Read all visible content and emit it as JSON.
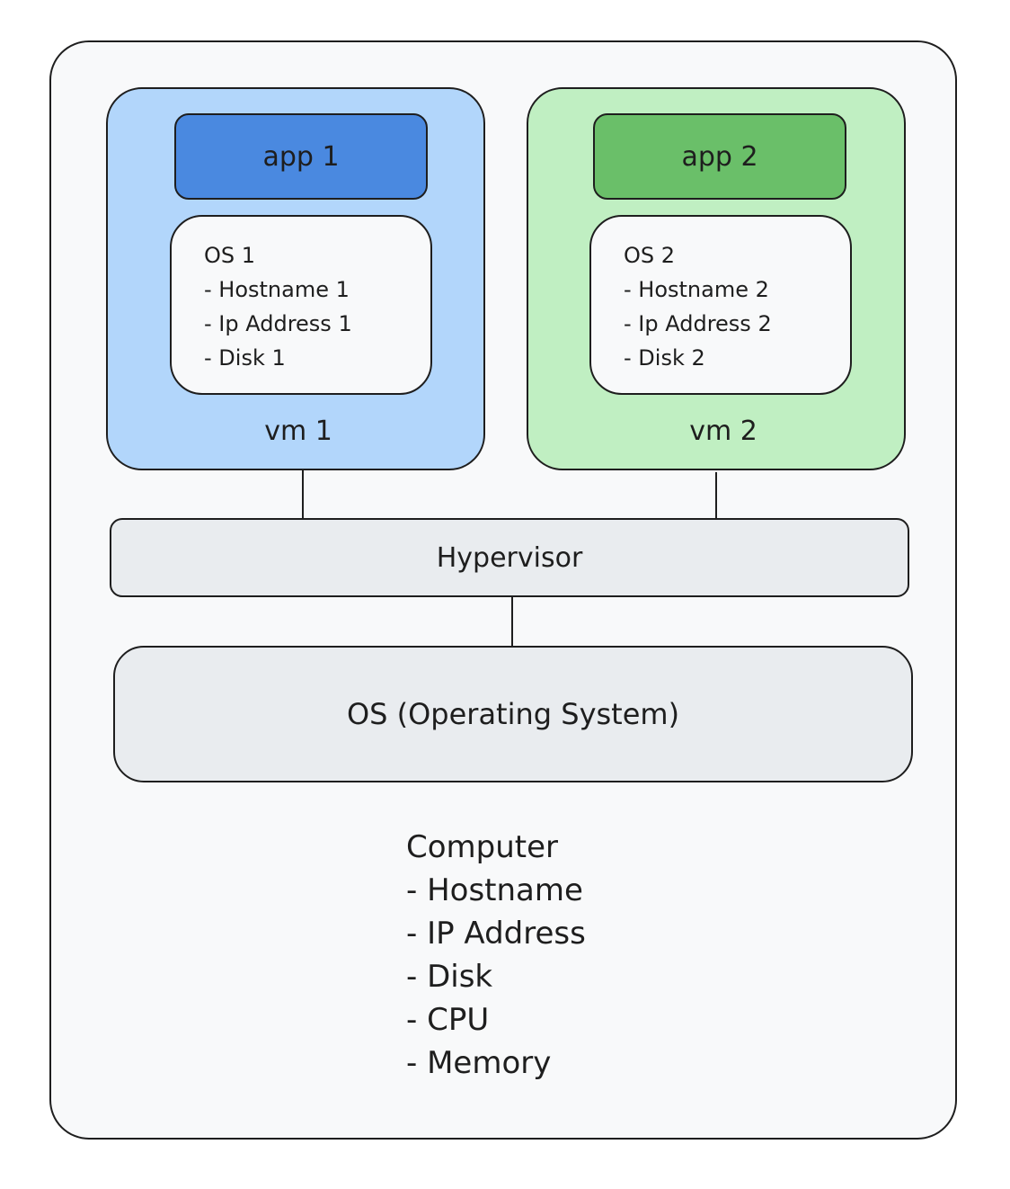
{
  "colors": {
    "computer_fill": "#f8f9fa",
    "vm1_fill": "#b2d6fb",
    "vm2_fill": "#c0efc2",
    "app1_fill": "#4a89e0",
    "app2_fill": "#6abf69",
    "os_card_fill": "#f8f9fa",
    "layer_fill": "#e9ecef",
    "stroke": "#1e1e1e"
  },
  "vm1": {
    "app_label": "app 1",
    "os_lines": [
      "OS 1",
      "- Hostname 1",
      "- Ip Address 1",
      "- Disk 1"
    ],
    "label": "vm 1"
  },
  "vm2": {
    "app_label": "app 2",
    "os_lines": [
      "OS 2",
      "- Hostname 2",
      "- Ip Address 2",
      "- Disk 2"
    ],
    "label": "vm 2"
  },
  "hypervisor": {
    "label": "Hypervisor"
  },
  "host_os": {
    "label": "OS (Operating System)"
  },
  "computer": {
    "lines": [
      "Computer",
      "- Hostname",
      "- IP Address",
      "- Disk",
      "- CPU",
      "- Memory"
    ]
  }
}
